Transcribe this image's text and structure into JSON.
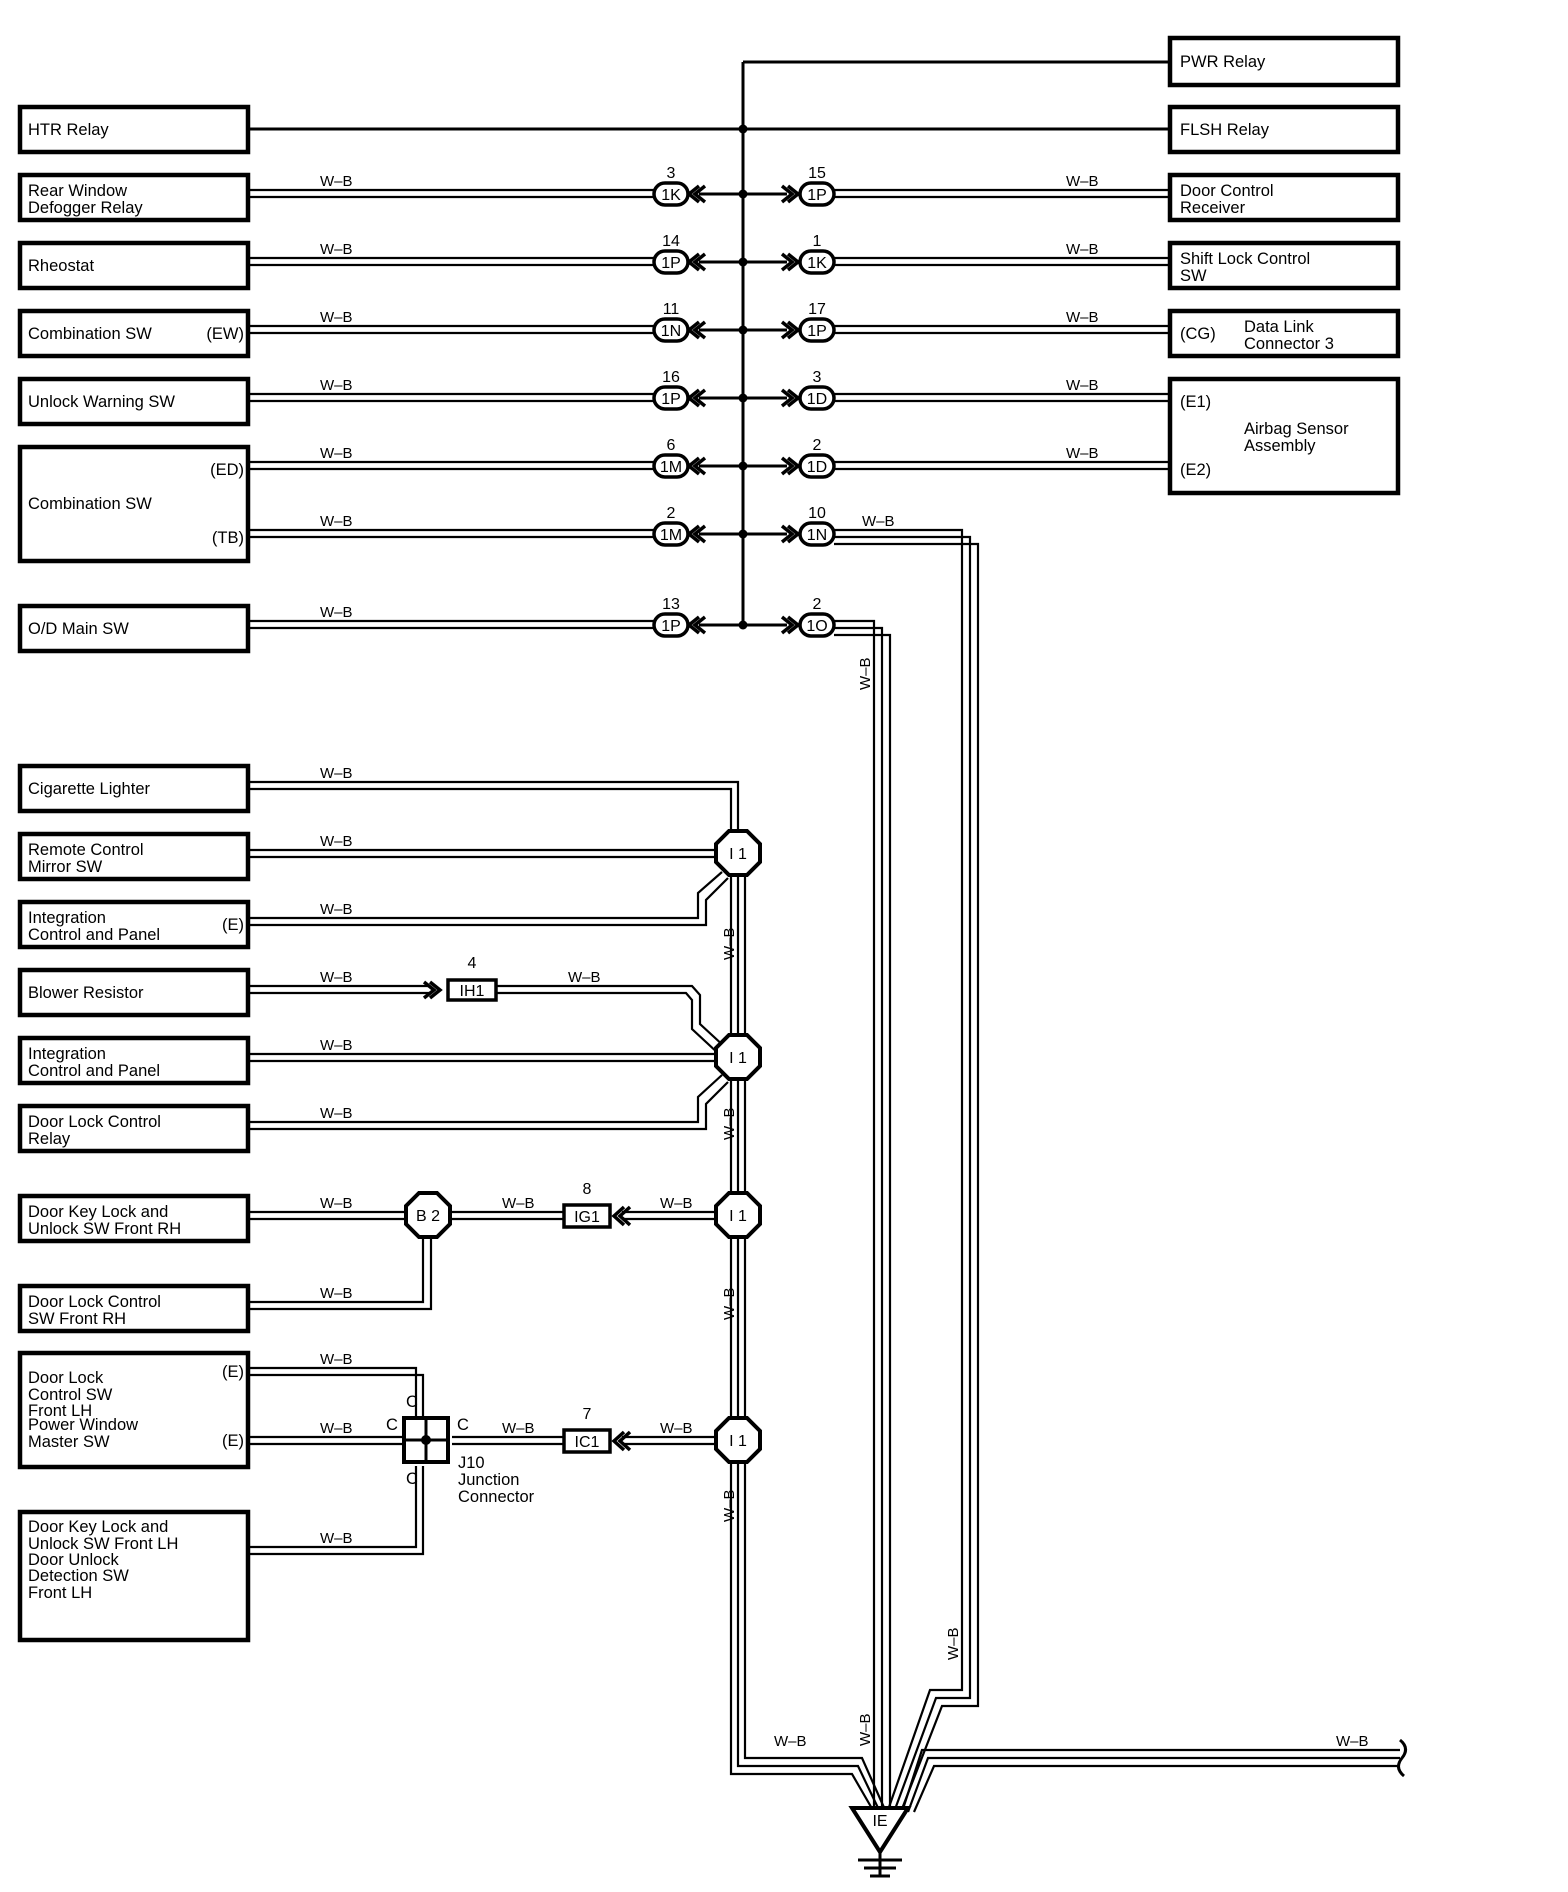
{
  "wire_color": "W–B",
  "wire_color_vertical": "W–B",
  "left_components": [
    {
      "id": "htr",
      "lines": [
        "HTR Relay"
      ],
      "pins": []
    },
    {
      "id": "rwd",
      "lines": [
        "Rear Window",
        "Defogger Relay"
      ],
      "pins": []
    },
    {
      "id": "rheo",
      "lines": [
        "Rheostat"
      ],
      "pins": []
    },
    {
      "id": "comb1",
      "lines": [
        "Combination SW"
      ],
      "pins": [
        "(EW)"
      ]
    },
    {
      "id": "unlock",
      "lines": [
        "Unlock Warning SW"
      ],
      "pins": []
    },
    {
      "id": "comb2",
      "lines": [
        "Combination SW"
      ],
      "pins": [
        "(ED)",
        "(TB)"
      ]
    },
    {
      "id": "od",
      "lines": [
        "O/D Main SW"
      ],
      "pins": []
    },
    {
      "id": "cig",
      "lines": [
        "Cigarette Lighter"
      ],
      "pins": []
    },
    {
      "id": "mirror",
      "lines": [
        "Remote Control",
        "Mirror SW"
      ],
      "pins": []
    },
    {
      "id": "icp1",
      "lines": [
        "Integration",
        "Control and Panel"
      ],
      "pins": [
        "(E)"
      ]
    },
    {
      "id": "blower",
      "lines": [
        "Blower Resistor"
      ],
      "pins": []
    },
    {
      "id": "icp2",
      "lines": [
        "Integration",
        "Control and Panel"
      ],
      "pins": []
    },
    {
      "id": "dlcr",
      "lines": [
        "Door Lock Control",
        "Relay"
      ],
      "pins": []
    },
    {
      "id": "dkrh",
      "lines": [
        "Door Key Lock and",
        "Unlock SW Front RH"
      ],
      "pins": []
    },
    {
      "id": "dlcsrh",
      "lines": [
        "Door Lock Control",
        "SW Front RH"
      ],
      "pins": []
    },
    {
      "id": "dlclh",
      "lines": [
        "Door Lock",
        "Control SW",
        "Front LH",
        "Power Window",
        "Master SW"
      ],
      "pins": [
        "(E)",
        "(E)"
      ]
    },
    {
      "id": "dklh",
      "lines": [
        "Door Key Lock and",
        "Unlock SW Front LH",
        "Door Unlock",
        "Detection SW",
        "Front LH"
      ],
      "pins": []
    }
  ],
  "right_components": [
    {
      "id": "pwr",
      "lines": [
        "PWR Relay"
      ],
      "pins": []
    },
    {
      "id": "flsh",
      "lines": [
        "FLSH Relay"
      ],
      "pins": []
    },
    {
      "id": "dcr",
      "lines": [
        "Door Control",
        "Receiver"
      ],
      "pins": []
    },
    {
      "id": "slc",
      "lines": [
        "Shift Lock Control",
        "SW"
      ],
      "pins": []
    },
    {
      "id": "dlc3",
      "lines": [
        "Data Link",
        "Connector 3"
      ],
      "pins": [
        "(CG)"
      ]
    },
    {
      "id": "airbag",
      "lines": [
        "Airbag Sensor",
        "Assembly"
      ],
      "pins": [
        "(E1)",
        "(E2)"
      ]
    }
  ],
  "left_connectors": [
    {
      "name": "1K",
      "pin": "3"
    },
    {
      "name": "1P",
      "pin": "14"
    },
    {
      "name": "1N",
      "pin": "11"
    },
    {
      "name": "1P",
      "pin": "16"
    },
    {
      "name": "1M",
      "pin": "6"
    },
    {
      "name": "1M",
      "pin": "2"
    },
    {
      "name": "1P",
      "pin": "13"
    }
  ],
  "right_connectors": [
    {
      "name": "1P",
      "pin": "15"
    },
    {
      "name": "1K",
      "pin": "1"
    },
    {
      "name": "1P",
      "pin": "17"
    },
    {
      "name": "1D",
      "pin": "3"
    },
    {
      "name": "1D",
      "pin": "2"
    },
    {
      "name": "1N",
      "pin": "10"
    },
    {
      "name": "1O",
      "pin": "2"
    }
  ],
  "inline_connectors": [
    {
      "name": "IH1",
      "pin": "4"
    },
    {
      "name": "IG1",
      "pin": "8"
    },
    {
      "name": "IC1",
      "pin": "7"
    }
  ],
  "junctions": [
    "I 1",
    "I 1",
    "I 1",
    "I 1",
    "B 2"
  ],
  "junction_connector": {
    "name": "J10",
    "lines": [
      "Junction",
      "Connector"
    ],
    "terminal": "C"
  },
  "ground": "IE"
}
